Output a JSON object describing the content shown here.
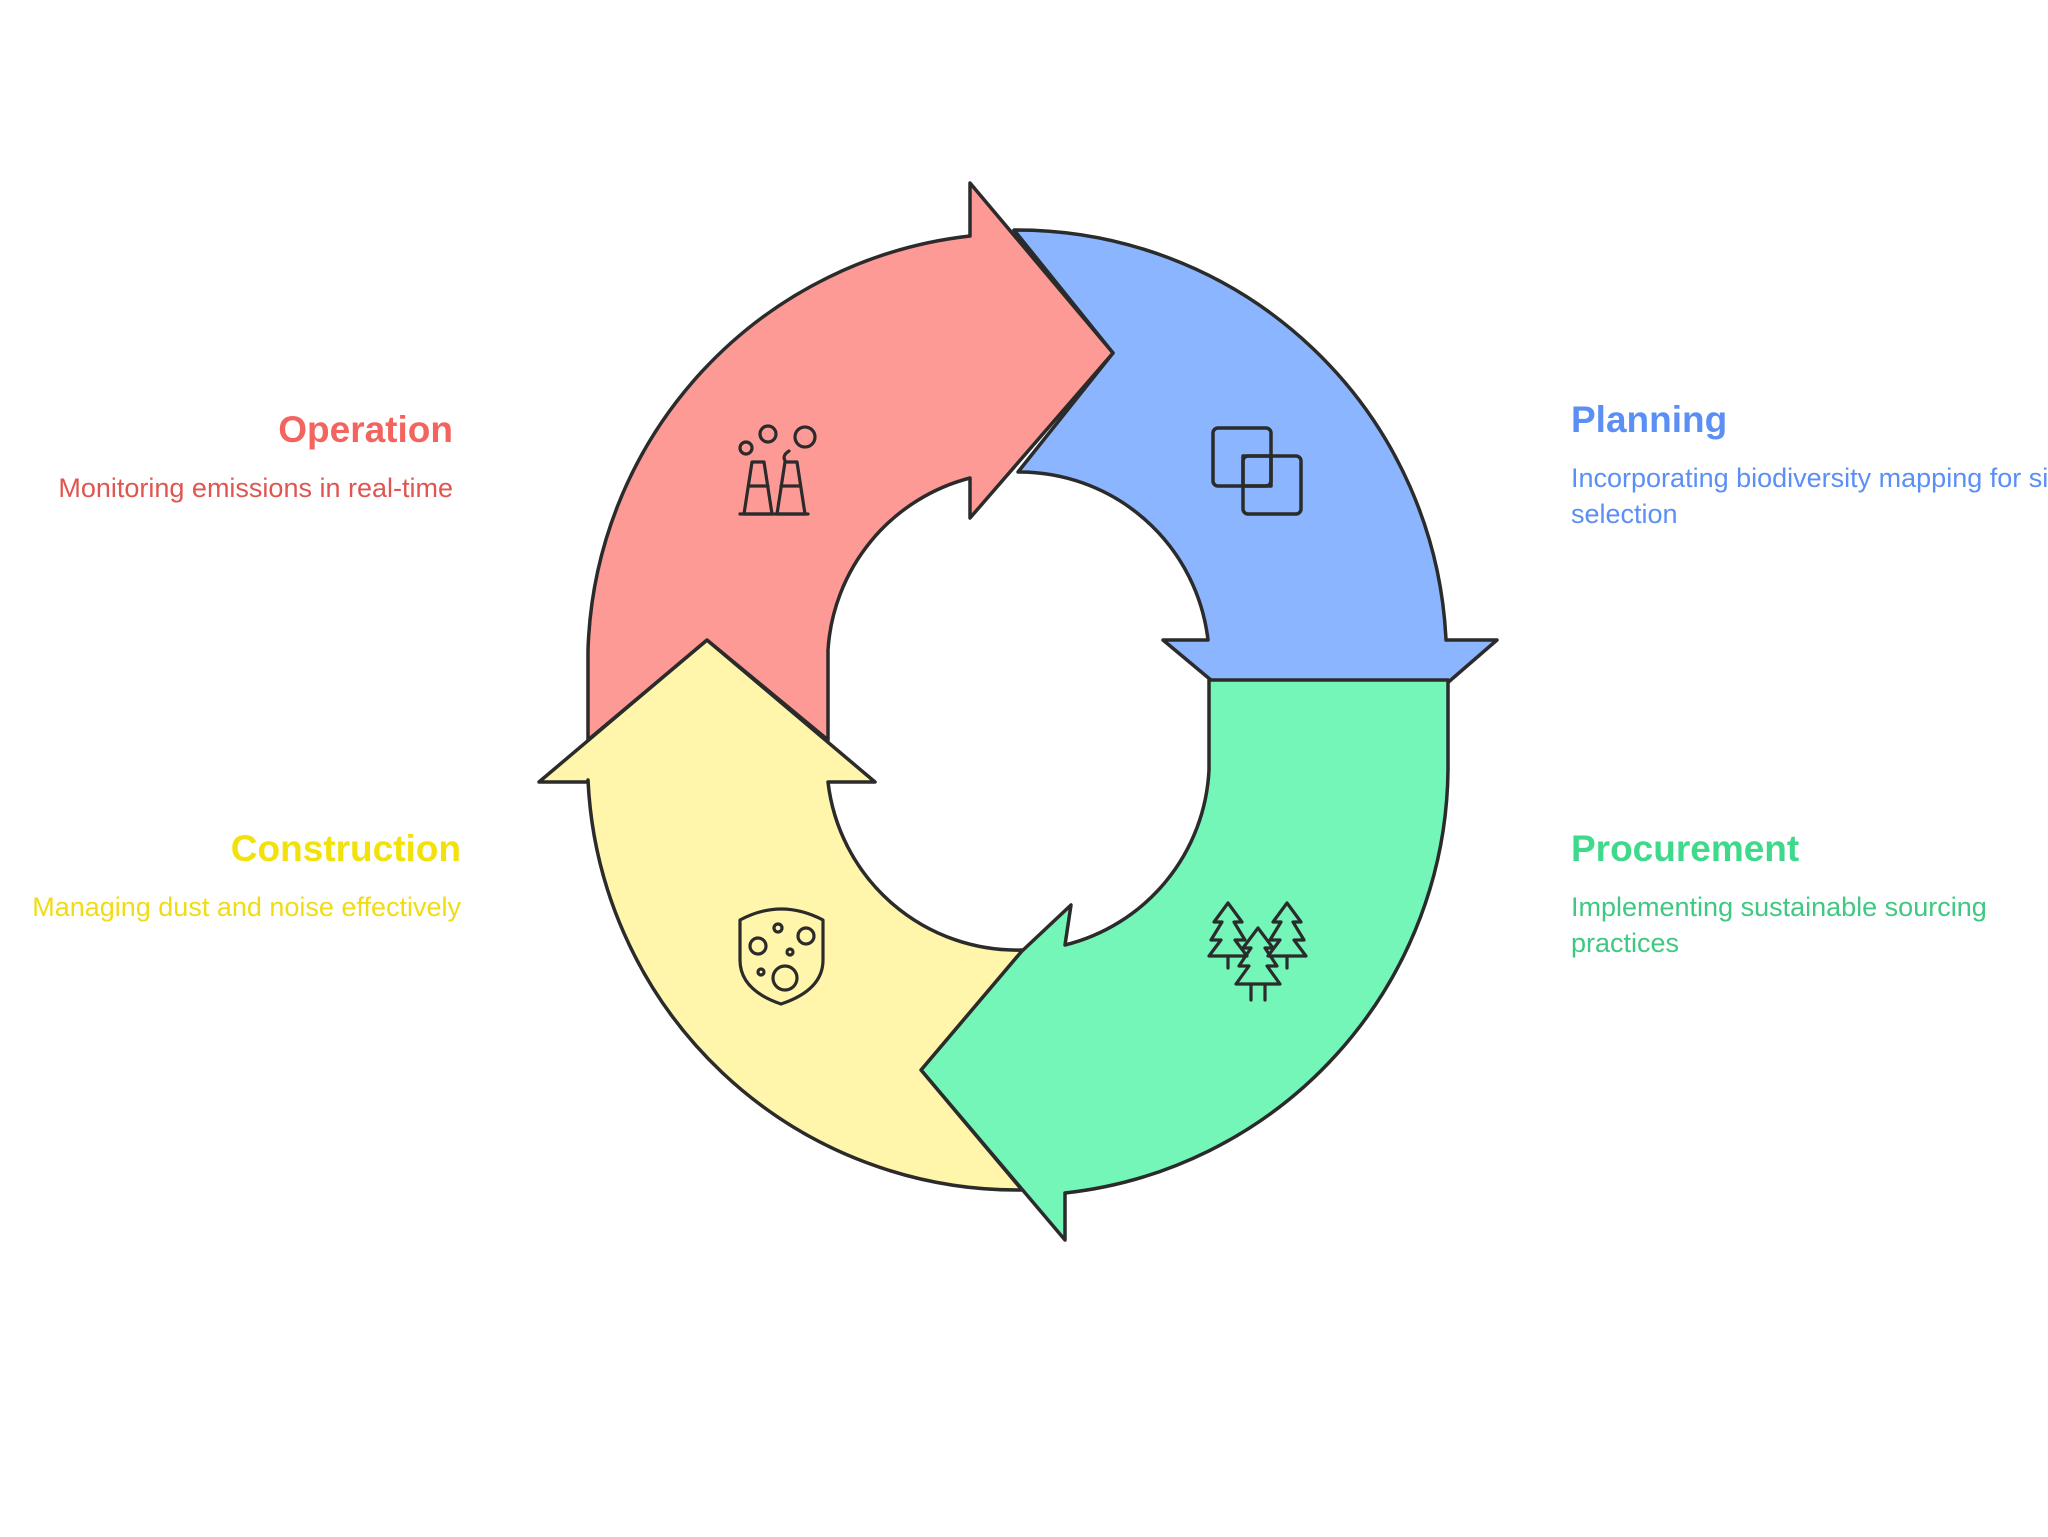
{
  "stages": {
    "operation": {
      "title": "Operation",
      "description": "Monitoring emissions in real-time",
      "title_color": "#f4645f",
      "desc_color": "#e05550",
      "fill": "#fe9a95",
      "icon": "factory-emissions-icon"
    },
    "planning": {
      "title": "Planning",
      "description": "Incorporating biodiversity mapping for site selection",
      "title_color": "#5b8ff5",
      "desc_color": "#5b8ff5",
      "fill": "#8bb5fe",
      "icon": "overlapping-squares-icon"
    },
    "procurement": {
      "title": "Procurement",
      "description": "Implementing sustainable sourcing practices",
      "title_color": "#3ed98a",
      "desc_color": "#3ec882",
      "fill": "#74f6b9",
      "icon": "trees-icon"
    },
    "construction": {
      "title": "Construction",
      "description": "Managing dust and noise effectively",
      "title_color": "#f2e20a",
      "desc_color": "#f0dc14",
      "fill": "#fff6ab",
      "icon": "dust-shield-icon"
    }
  },
  "stroke_color": "#2b2b2b"
}
